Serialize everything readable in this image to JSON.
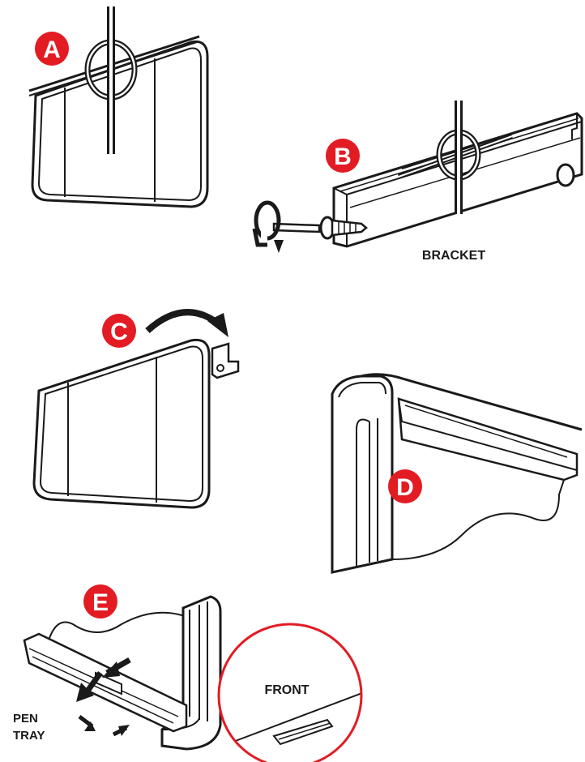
{
  "accent_color": "#e31b23",
  "line_color": "#1a1a1a",
  "steps": [
    {
      "letter": "A",
      "illustration": "board-with-crosshair"
    },
    {
      "letter": "B",
      "illustration": "bracket-screw-mounting"
    },
    {
      "letter": "C",
      "illustration": "hang-board-on-bracket"
    },
    {
      "letter": "D",
      "illustration": "board-seated-on-bracket"
    },
    {
      "letter": "E",
      "illustration": "attach-pen-tray"
    }
  ],
  "labels": {
    "bracket": "BRACKET",
    "front": "FRONT",
    "pen_line1": "PEN",
    "pen_line2": "TRAY"
  }
}
